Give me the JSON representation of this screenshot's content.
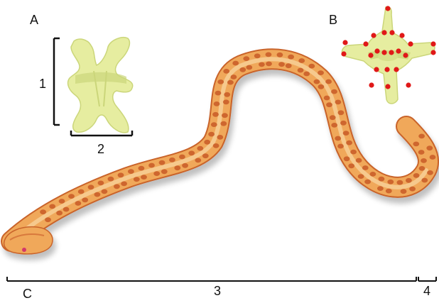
{
  "panels": {
    "a": {
      "letter": "A"
    },
    "b": {
      "letter": "B"
    },
    "c": {
      "letter": "C"
    }
  },
  "measurements": {
    "m1": "1",
    "m2": "2",
    "m3": "3",
    "m4": "4"
  },
  "colors": {
    "bone": "#e6eda0",
    "bone_shadow": "#cbd67a",
    "landmark": "#e01818",
    "snake_body": "#f0a85a",
    "snake_outline": "#c9642a",
    "snake_spot": "#c85a28",
    "snake_belly": "#fbe3b8",
    "scale_bar": "#111111"
  }
}
